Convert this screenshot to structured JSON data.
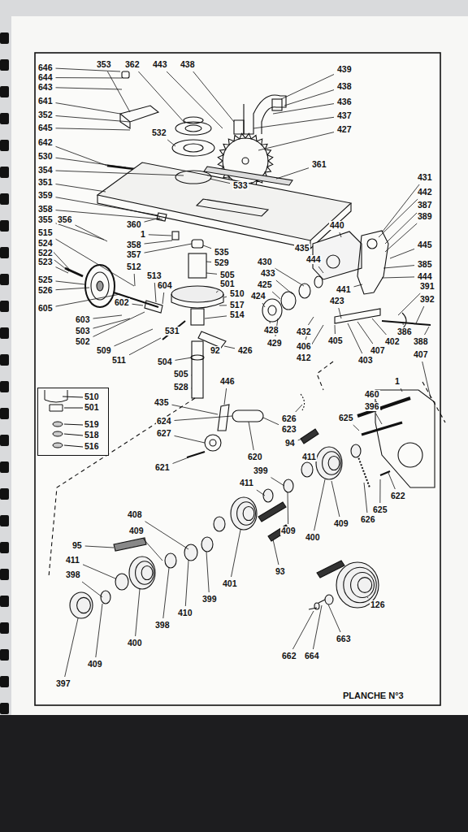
{
  "diagram": {
    "caption": "PLANCHE N°3",
    "nodes": [
      {
        "text": [
          "510",
          "501",
          "519",
          "518",
          "516"
        ]
      }
    ],
    "labels": [
      "646",
      "644",
      "643",
      "641",
      "352",
      "645",
      "642",
      "530",
      "354",
      "351",
      "359",
      "358",
      "355",
      "356",
      "515",
      "524",
      "522",
      "523",
      "525",
      "526",
      "605",
      "353",
      "362",
      "443",
      "438",
      "439",
      "438",
      "436",
      "437",
      "427",
      "532",
      "533",
      "361",
      "431",
      "442",
      "387",
      "389",
      "445",
      "385",
      "444",
      "391",
      "392",
      "388",
      "407",
      "440",
      "435",
      "444",
      "430",
      "433",
      "425",
      "424",
      "441",
      "423",
      "386",
      "402",
      "407",
      "403",
      "405",
      "406",
      "412",
      "432",
      "428",
      "429",
      "426",
      "92",
      "360",
      "1",
      "358",
      "357",
      "512",
      "535",
      "529",
      "505",
      "501",
      "510",
      "517",
      "514",
      "513",
      "604",
      "602",
      "603",
      "503",
      "502",
      "509",
      "511",
      "531",
      "504",
      "505",
      "528",
      "435",
      "446",
      "624",
      "627",
      "621",
      "620",
      "626",
      "623",
      "460",
      "396",
      "625",
      "94",
      "411",
      "399",
      "411",
      "622",
      "625",
      "626",
      "409",
      "409",
      "400",
      "408",
      "409",
      "95",
      "411",
      "398",
      "401",
      "93",
      "399",
      "410",
      "398",
      "400",
      "409",
      "397",
      "126",
      "662",
      "664",
      "663",
      "1"
    ]
  }
}
